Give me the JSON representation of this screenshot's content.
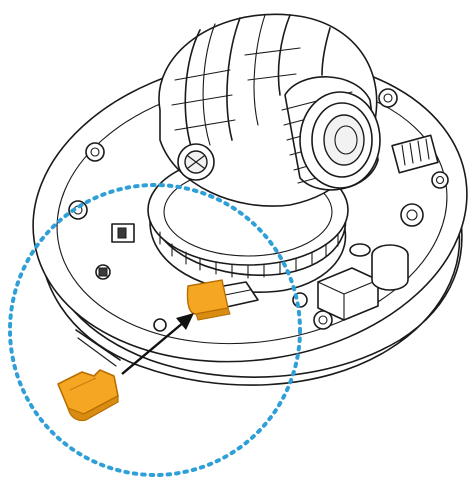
{
  "illustration": {
    "subject": "dome-camera-microsd-insertion",
    "colors": {
      "line": "#1a1a1a",
      "highlight_circle": "#2f9fd8",
      "card_fill": "#f5a623",
      "card_edge": "#b86e00",
      "background": "#ffffff"
    },
    "icons": [
      "dome-camera",
      "microsd-card",
      "insert-arrow"
    ]
  }
}
